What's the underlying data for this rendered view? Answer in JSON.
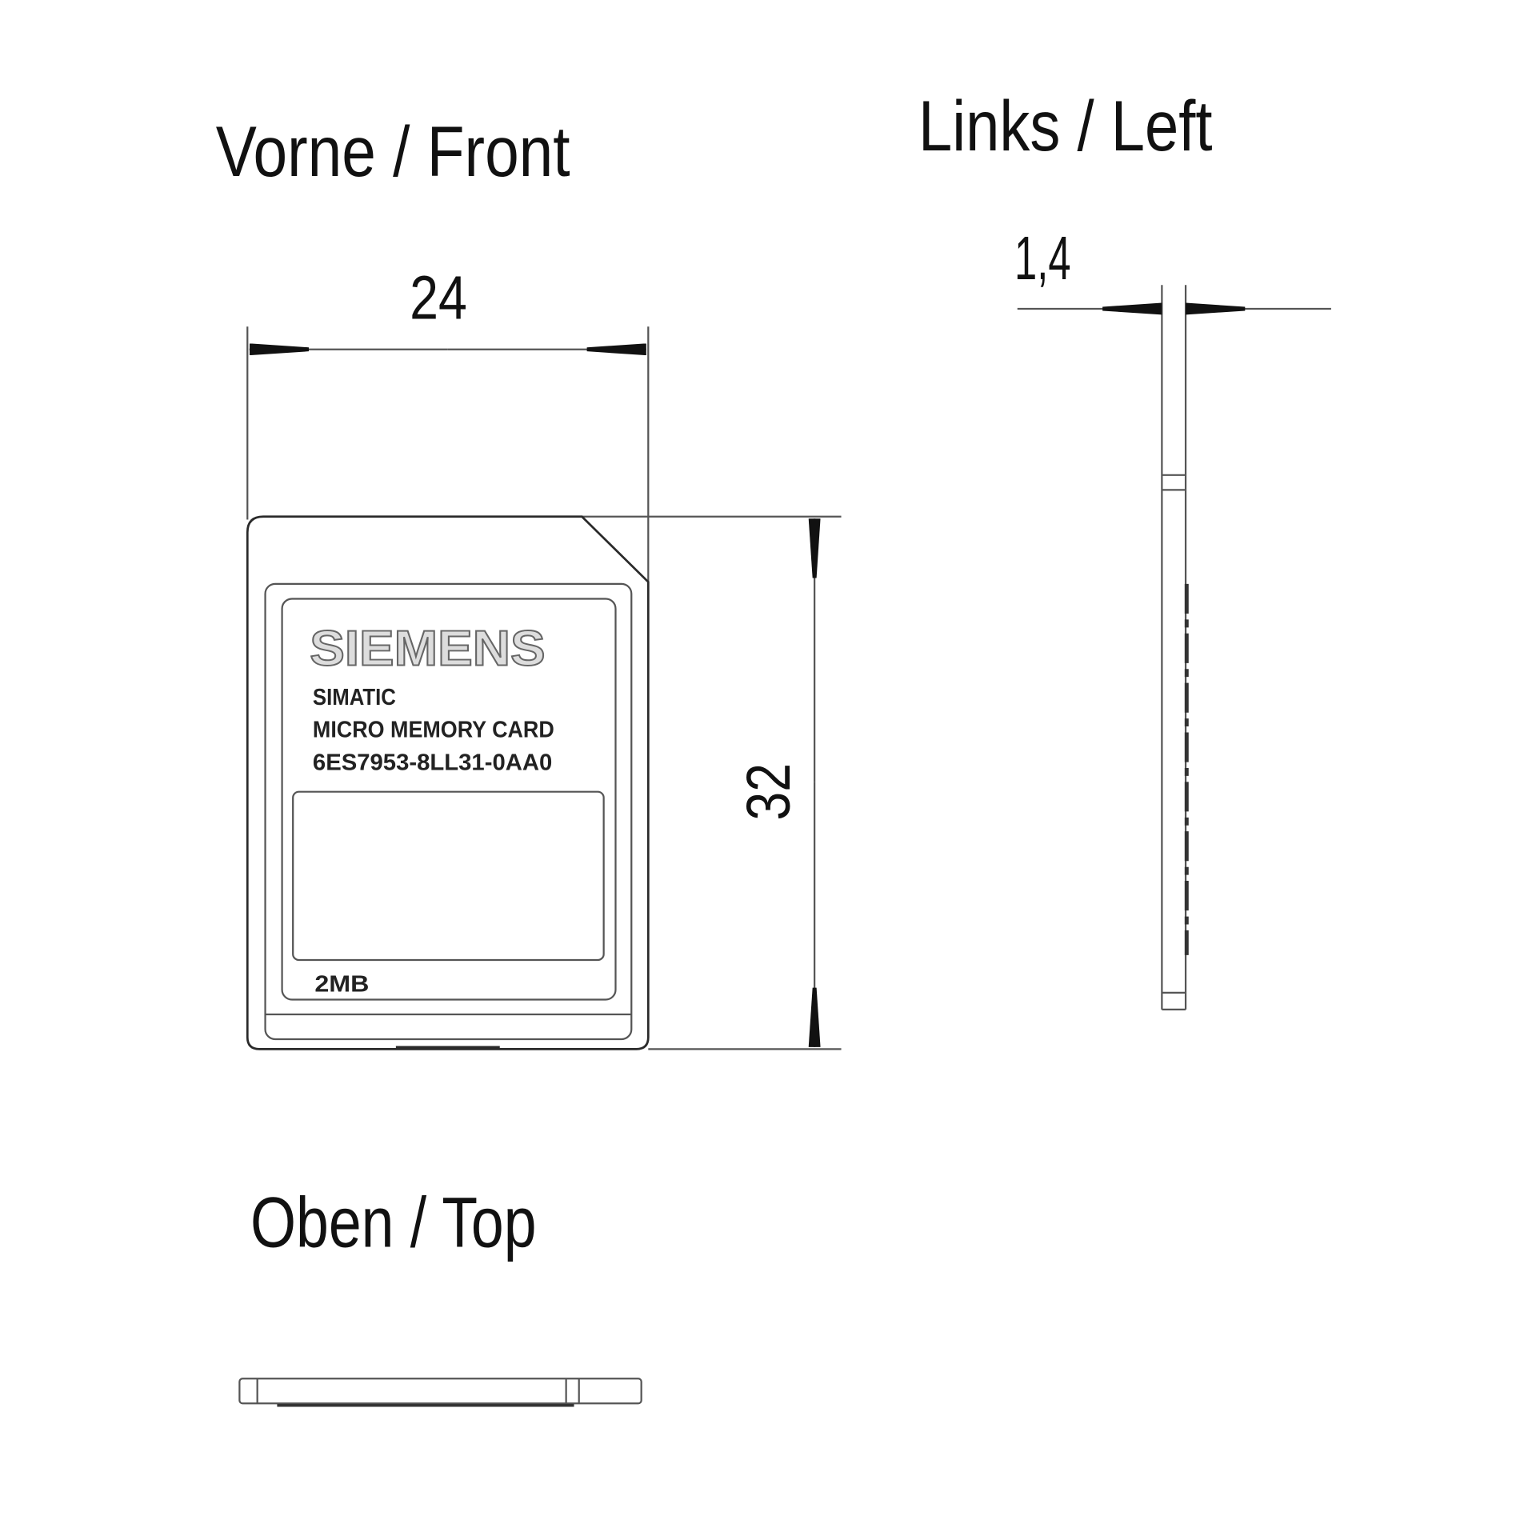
{
  "views": {
    "front_title": "Vorne / Front",
    "left_title": "Links / Left",
    "top_title": "Oben / Top"
  },
  "dimensions": {
    "width": "24",
    "height": "32",
    "thickness": "1,4"
  },
  "card_label": {
    "logo": "SIEMENS",
    "line1": "SIMATIC",
    "line2": "MICRO MEMORY CARD",
    "line3": "6ES7953-8LL31-0AA0",
    "capacity": "2MB"
  }
}
